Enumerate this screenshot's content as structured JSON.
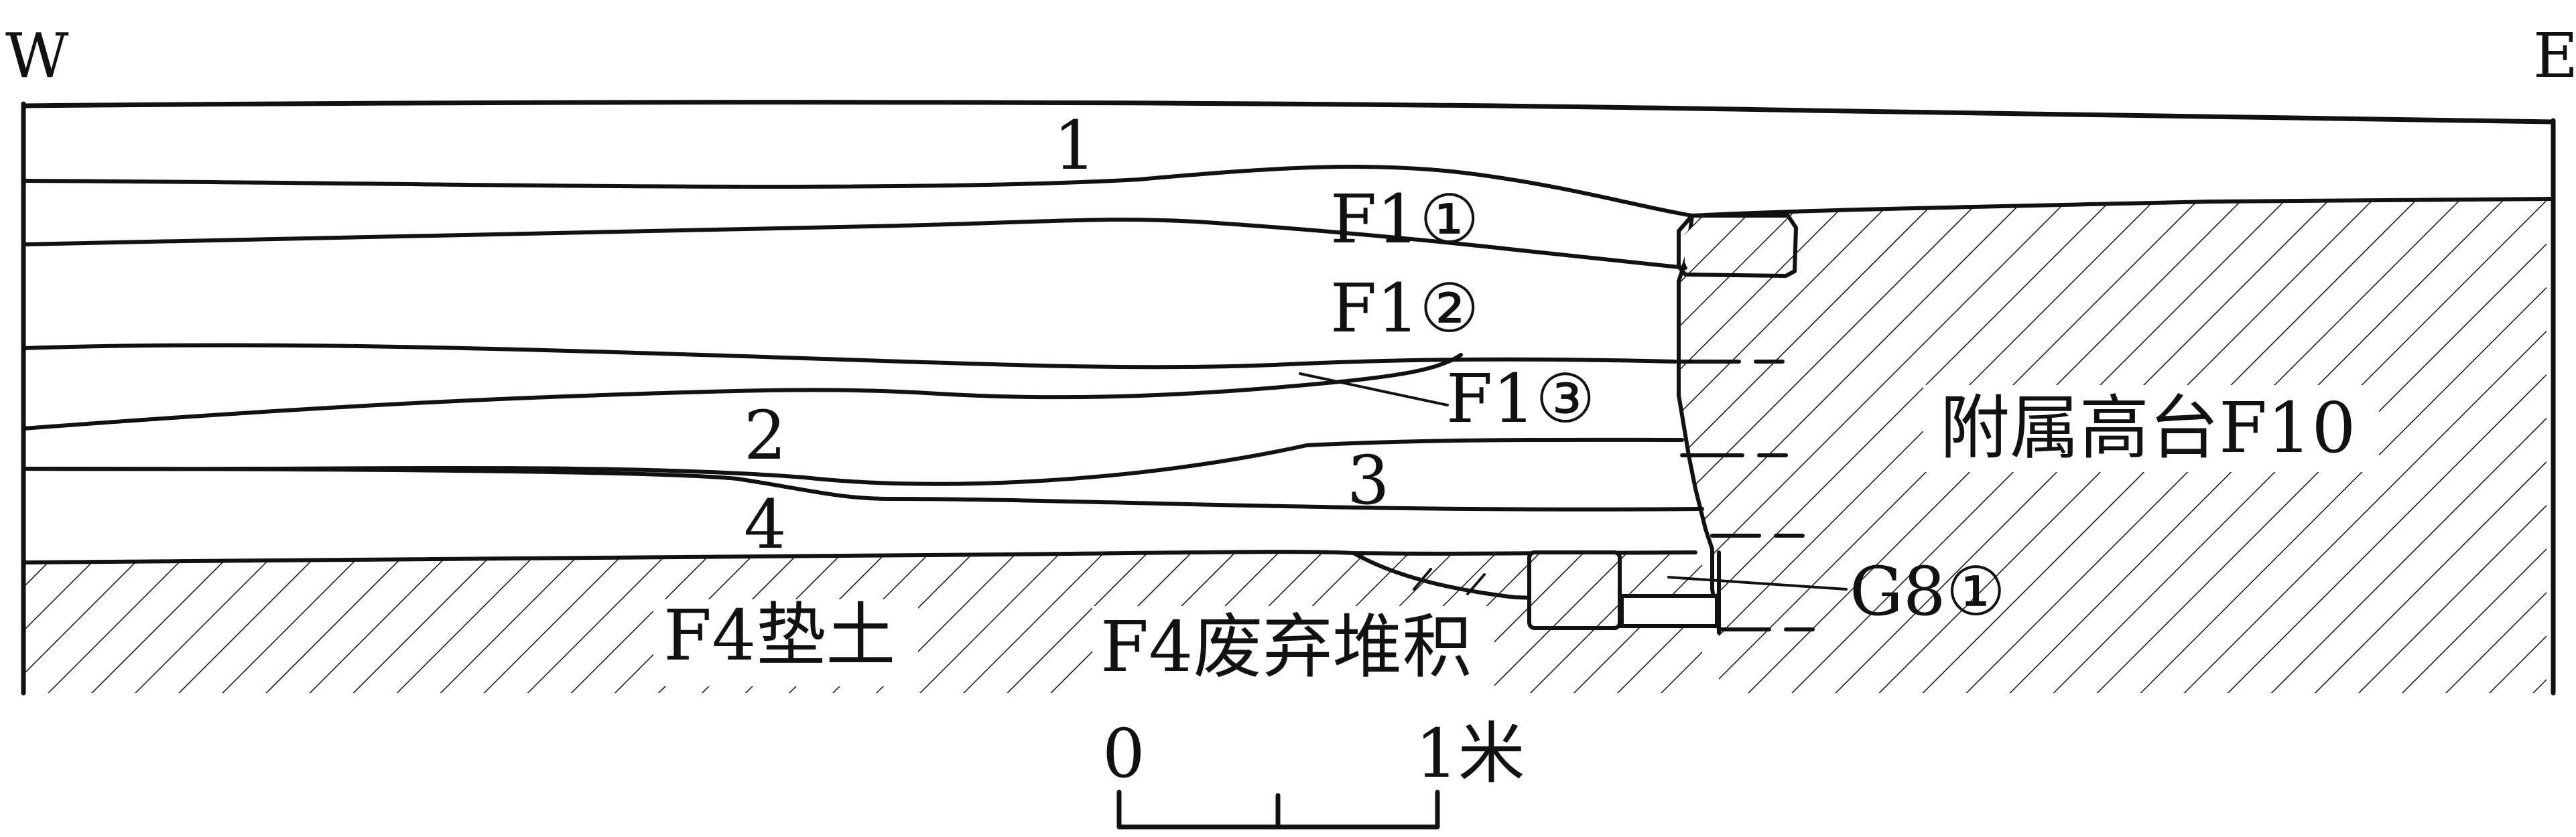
{
  "orientation": {
    "west": "W",
    "east": "E"
  },
  "layers": {
    "layer1": "1",
    "layer2": "2",
    "layer3": "3",
    "layer4": "4",
    "f1_1": "F1①",
    "f1_2": "F1②",
    "f1_3": "F1③"
  },
  "features": {
    "f10": "附属高台F10",
    "g8": "G8①",
    "f4_fill": "F4垫土",
    "f4_abandon": "F4废弃堆积"
  },
  "scale": {
    "start": "0",
    "end": "1米"
  },
  "colors": {
    "ink": "#111111",
    "paper": "#ffffff"
  }
}
